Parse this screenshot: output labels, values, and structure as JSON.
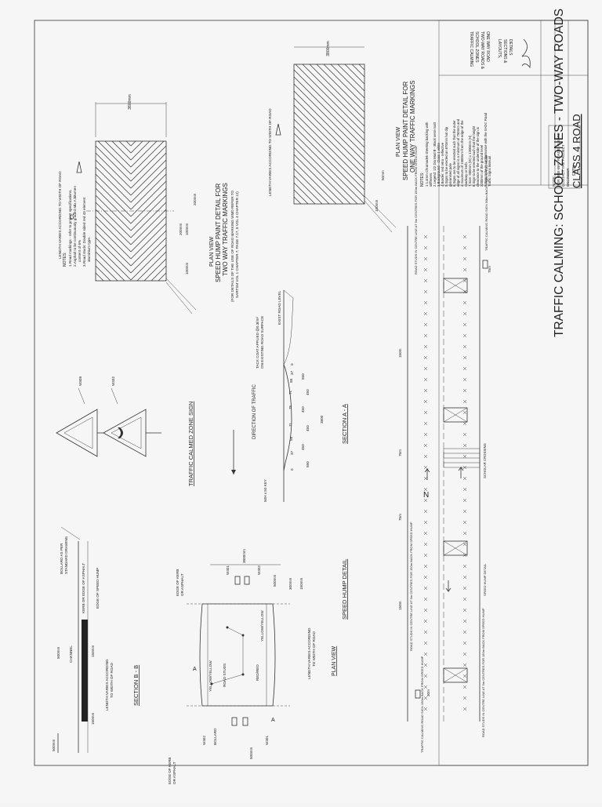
{
  "sheet": {
    "main_title": "TRAFFIC CALMING: SCHOOL ZONES - TWO-WAY ROADS",
    "subtitle": "CLASS 4 ROAD",
    "drawing_number": "46223",
    "title_block_text": [
      "TRAFFIC CALMING",
      "SCHOOL ZONES",
      "TWO-WAY ROADS &",
      "ONE WAY ROAD"
    ],
    "title_block_sub": [
      "LAYOUTS,",
      "SECTIONS &",
      "DETAILS"
    ]
  },
  "notes_top": {
    "heading": "NOTES:",
    "items": [
      "1.Road markings - refer to project specifications.",
      "2.Asphalt to be continuously graded Mix A bitumen",
      "content of 6%",
      "3.Road studs: Double sided red 43 element",
      "aluminium type."
    ]
  },
  "two_way_plan": {
    "title_line1": "PLAN VIEW",
    "title_line2": "SPEED HUMP PAINT DETAIL FOR",
    "title_line3": "TWO WAY TRAFFIC MARKINGS",
    "ref_line1": "(FOR DETAILS OF THE USE OF ROAD MARKING WMD REFER TO",
    "ref_line2": "SARTSM VOL 1 CHAPTER 7, PAGE 7.17, 8 VOL 4 CHAPTER 12)",
    "length_note": "LENGTH VARIES ACCORDING TO WIDTH OF ROAD",
    "dim_width": "3800mm",
    "dim_a": "200mm",
    "dim_b": "200mm",
    "dim_c": "100mm",
    "dim_d": "100mm",
    "cl": "CL"
  },
  "one_way_plan": {
    "title_line1": "PLAN VIEW",
    "title_line2": "SPEED HUMP PAINT DETAIL FOR",
    "title_line3": "ONE WAY TRAFFIC MARKINGS",
    "length_note": "LENGTH VARIES ACCORDING TO WIDTH OF ROAD",
    "dim_width": "3800mm",
    "dim_a": "100mm",
    "dim_b": "50mm"
  },
  "notes_right": {
    "heading": "NOTES:",
    "items": [
      "1.1.4mm Chromadek sheeting backing with",
      "  stiffeners",
      "2.Legend: 1/2 Dia Mod B - Black semi-matt",
      "3.Background - Class 1 white",
      "4.Border: red retro - reflective",
      "5.Signs to be erected on 870mm hot dip",
      "  galvanised pole",
      "6.Signs are to be erected such that the outer",
      "  edge of all signs is a minimum of 750mm and",
      "  a maximum of 1500mm from the edge of the",
      "  roadway or kerb.",
      "7.Size: 900mm (W) x 1200mm (H)",
      "8.Sign to be erected such that the height",
      "  clearance to the underside of the sign is",
      "  2200mm of the ground level",
      "9.Sign to be in conformance with the SADC Road",
      "  Traffic Signs Manual"
    ],
    "box_note": [
      "NOTE:",
      "FOR ONE-WAY ROADS, PLEASE",
      "CONTACT THE PROJECT",
      "ENGINEER"
    ]
  },
  "zone_sign": {
    "title": "TRAFFIC CALMED ZONE SIGN",
    "label_1": "W308",
    "label_2": "W332"
  },
  "section_aa": {
    "title": "SECTION A - A",
    "direction": "DIRECTION OF TRAFFIC",
    "tack_coat": "TACK COAT APPLIED @0.3l/m²",
    "tack_coat_2": "ON EXISTING ROAD SURFACE",
    "exist_road": "EXIST ROAD LEVEL",
    "scale": "50H x 50 KEY",
    "heights": [
      "0",
      "37",
      "58",
      "71",
      "75",
      "71",
      "58",
      "37",
      "0"
    ],
    "widths": [
      "550",
      "450",
      "450",
      "450",
      "450",
      "550"
    ],
    "dim_total": "3800"
  },
  "speed_hump_detail": {
    "title": "SPEED HUMP DETAIL",
    "plan_view": "PLAN VIEW",
    "edge_kerb_top": "EDGE OF KERB",
    "edge_kerb_top_2": "OR ASPHALT",
    "edge_kerb_bottom": "EDGE OF KERB",
    "edge_kerb_bottom_2": "OR ASPHALT",
    "w401_a": "W401",
    "w402_a": "W402",
    "w402_b": "W402",
    "w401_b": "W401",
    "bollard": "BOLLARD",
    "road_studs": "ROAD STUDS",
    "yellow_yellow_1": "YELLOW/YELLOW",
    "yellow_yellow_2": "YELLOW/YELLOW",
    "red_red": "RED/RED",
    "length_note": "LENGTH VARIES ACCORDING",
    "length_note_2": "TO WIDTH OF ROAD",
    "dim_3800": "3800mm",
    "dim_500": "500mm",
    "dim_300": "300mm",
    "dim_150": "150mm",
    "dim_500b": "500mm",
    "a_marker": "A"
  },
  "section_bb": {
    "title": "SECTION B - B",
    "bollard_note": "BOLLARD AS PER",
    "bollard_note_2": "STANDARD DRAWING",
    "kerb_note": "KERB OR EDGE OF ASPHALT",
    "hump_note": "EDGE OF SPEED HUMP",
    "channel": "CHANNEL",
    "dim_500": "500mm",
    "dim_150": "150mm",
    "dim_150b": "150mm",
    "dim_500b": "500mm",
    "length_note": "LENGTH VARIES ACCORDING",
    "length_note_2": "TO WIDTH OF ROAD"
  },
  "road_layout": {
    "dist_1": "150m",
    "dist_2": "75m",
    "dist_3": "75m",
    "dist_4": "150m",
    "scholar_crossing": "SCHOLAR CROSSING",
    "speed_hump_detail": "SPEED HUMP DETAIL",
    "road_studs_top": "ROAD STUDS IN CENTRE LINE AT 5m CENTRES FOR 150m BACK FROM SPEED HUMP",
    "sign_top": "TRAFFIC CALMING ROAD SIGN 50km BACK FROM SPEED HUMP",
    "road_studs_bottom": "ROAD STUDS IN CENTRE LINE AT 5m CENTRES FOR 150m BACK FROM SPEED HUMP",
    "sign_bottom": "TRAFFIC CALMING ROAD SIGN 150m BACK FROM SPEED HUMP",
    "dist_5": "75m",
    "dist_6": "30m"
  }
}
